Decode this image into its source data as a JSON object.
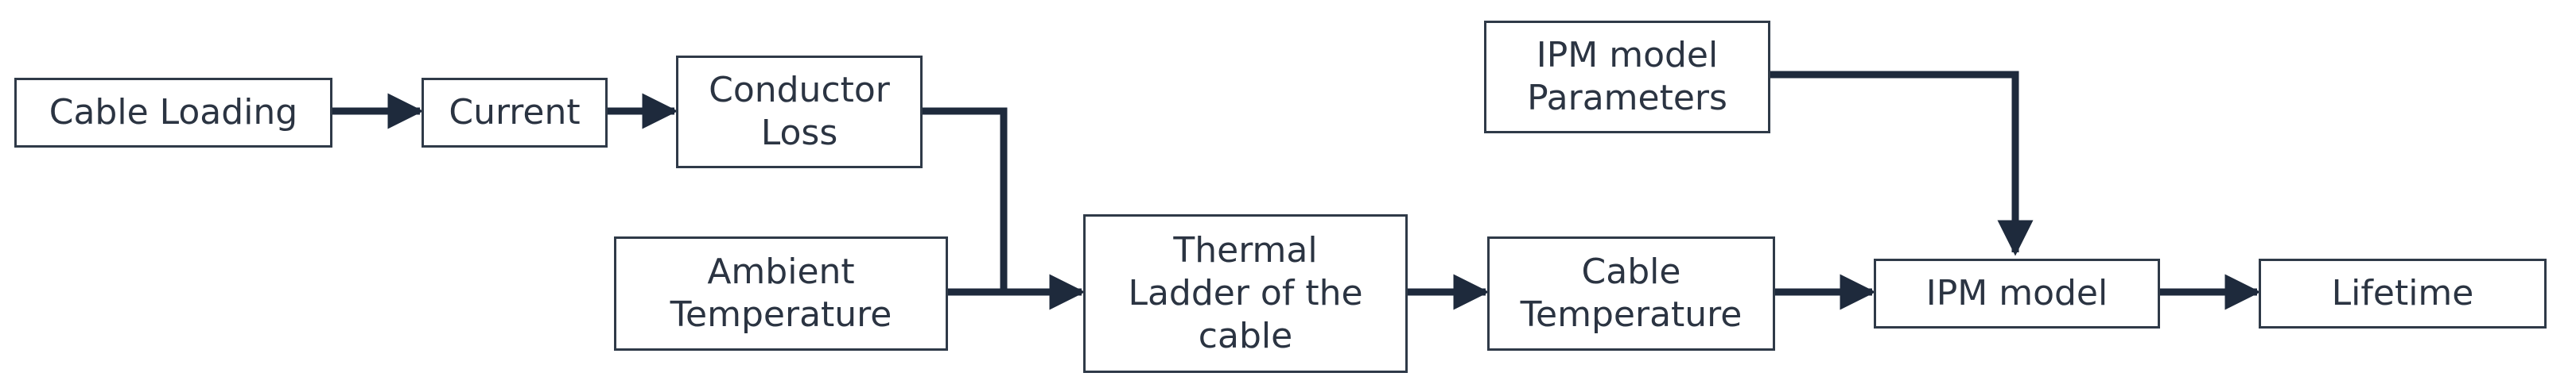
{
  "nodes": {
    "cable_loading": "Cable Loading",
    "current": "Current",
    "conductor_loss": {
      "line1": "Conductor",
      "line2": "Loss"
    },
    "ambient_temperature": {
      "line1": "Ambient",
      "line2": "Temperature"
    },
    "thermal_ladder": {
      "line1": "Thermal",
      "line2": "Ladder of the",
      "line3": "cable"
    },
    "cable_temperature": {
      "line1": "Cable",
      "line2": "Temperature"
    },
    "ipm_parameters": {
      "line1": "IPM model",
      "line2": "Parameters"
    },
    "ipm_model": "IPM model",
    "lifetime": "Lifetime"
  },
  "colors": {
    "line": "#1e2a3c",
    "border": "#2f3a48",
    "text": "#2b3442"
  }
}
